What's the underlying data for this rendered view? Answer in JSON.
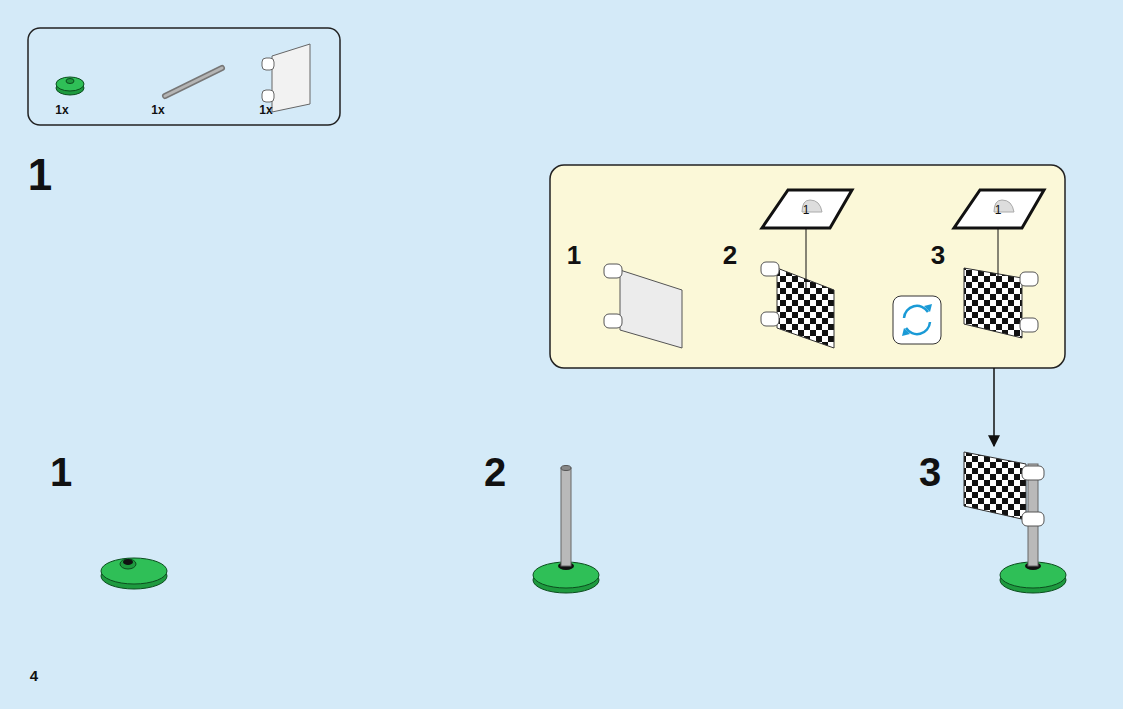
{
  "diagram": {
    "nodes": [
      {
        "text": [
          "1x",
          "1x",
          "1x"
        ]
      },
      {
        "text": [
          "1",
          "2",
          "3"
        ]
      }
    ],
    "labels": [
      "1",
      "1",
      "2",
      "3",
      "1",
      "1",
      "4"
    ]
  }
}
